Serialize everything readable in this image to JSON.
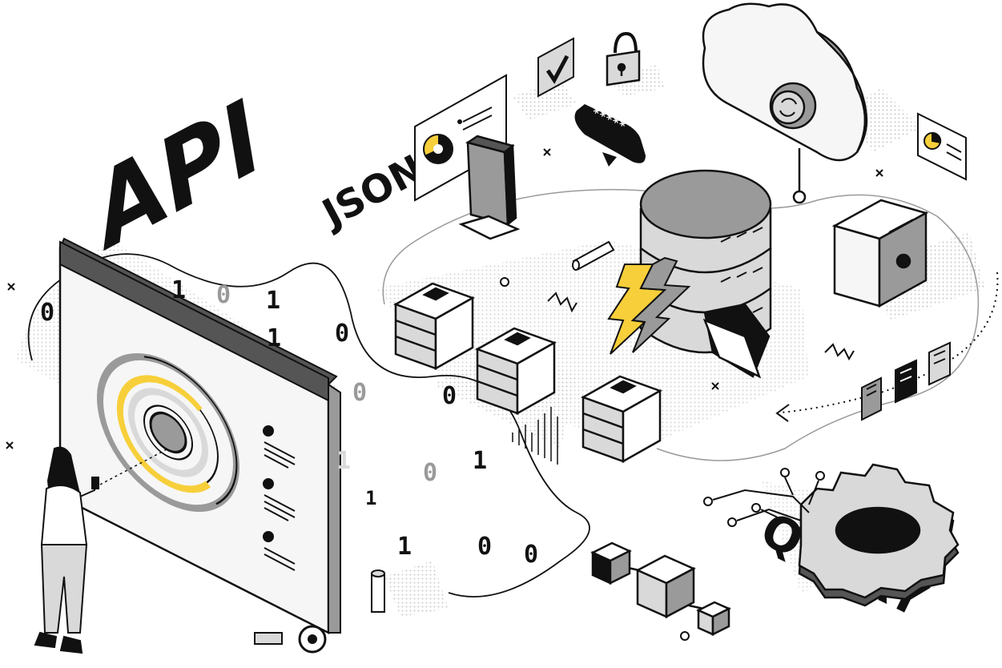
{
  "labels": {
    "api": "API",
    "json": "JSON",
    "query": "QUERY",
    "password": "*****"
  },
  "binary_digits": [
    "1",
    "0",
    "1",
    "0",
    "1",
    "0",
    "0",
    "0",
    "1",
    "0",
    "1",
    "1",
    "0",
    "0",
    "1"
  ],
  "colors": {
    "ink": "#111111",
    "accent_yellow": "#f7cf3a",
    "mid_gray": "#9a9a9a",
    "light_gray": "#d9d9d9",
    "dark_gray": "#555555",
    "dot_pattern": "#c8c8c8"
  },
  "icons": [
    "checkbox-icon",
    "padlock-icon",
    "cloud-sync-icon",
    "database-icon",
    "lightning-icon",
    "folder-icon",
    "server-cabinet-icon",
    "monitor-icon",
    "pie-chart-card-icon",
    "gear-icon",
    "cube-network-icon",
    "drawer-box-icon",
    "person-with-phone"
  ]
}
